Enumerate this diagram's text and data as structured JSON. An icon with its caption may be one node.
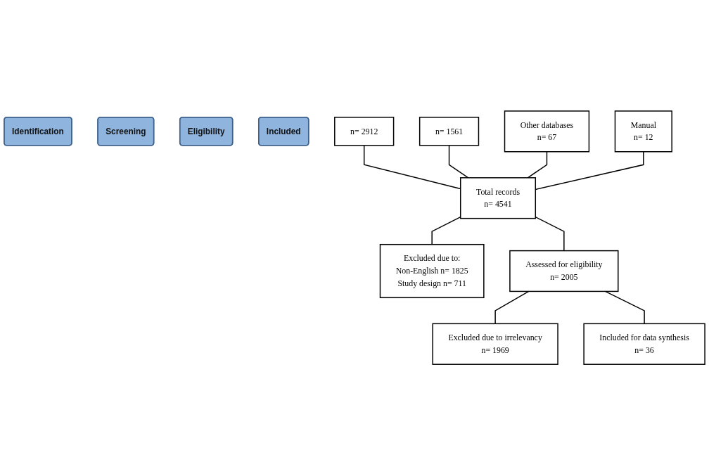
{
  "diagram": {
    "nodes": [
      {
        "text": [
          "Identification"
        ]
      },
      {
        "text": [
          "Screening"
        ]
      },
      {
        "text": [
          "Eligibility"
        ]
      },
      {
        "text": [
          "Included"
        ]
      },
      {
        "text": [
          "n= 2912"
        ]
      },
      {
        "text": [
          "n= 1561"
        ]
      },
      {
        "text": [
          "Other databases",
          "n= 67"
        ]
      },
      {
        "text": [
          "Manual",
          "n= 12"
        ]
      },
      {
        "text": [
          "Total records",
          "n= 4541"
        ]
      },
      {
        "text": [
          "Excluded due to:",
          "Non-English n= 1825",
          "Study design n= 711"
        ]
      },
      {
        "text": [
          "Assessed for eligibility",
          "n= 2005"
        ]
      },
      {
        "text": [
          "Excluded due to irrelevancy",
          "n= 1969"
        ]
      },
      {
        "text": [
          "Included for data synthesis",
          "n= 36"
        ]
      }
    ],
    "edges": [
      {
        "from": 4,
        "to": 8,
        "arrow": "none"
      },
      {
        "from": 5,
        "to": 8,
        "arrow": "none"
      },
      {
        "from": 6,
        "to": 8,
        "arrow": "none"
      },
      {
        "from": 7,
        "to": 8,
        "arrow": "none"
      },
      {
        "from": 8,
        "to": 9,
        "arrow": "none"
      },
      {
        "from": 8,
        "to": 10,
        "arrow": "none"
      },
      {
        "from": 10,
        "to": 11,
        "arrow": "none"
      },
      {
        "from": 10,
        "to": 12,
        "arrow": "none"
      }
    ]
  }
}
